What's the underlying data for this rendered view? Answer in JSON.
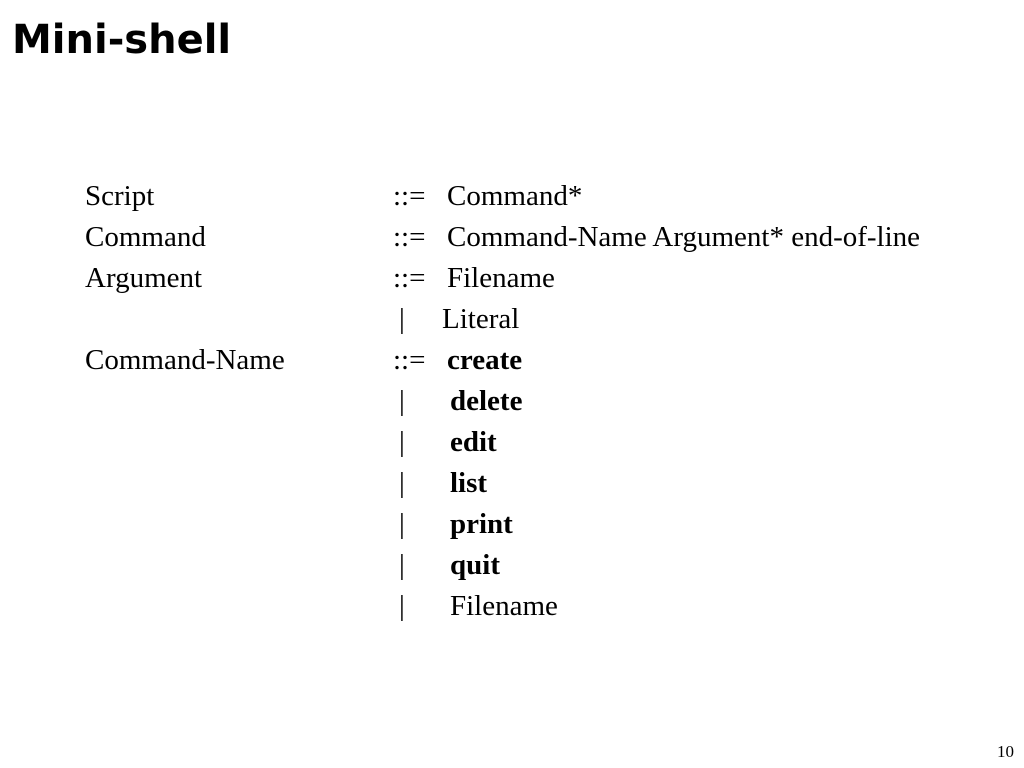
{
  "slide": {
    "title": "Mini-shell",
    "page_number": "10"
  },
  "grammar": {
    "define_symbol": "::=",
    "alt_symbol": "|",
    "rules": [
      {
        "lhs": "Script",
        "rhs": "Command*"
      },
      {
        "lhs": "Command",
        "rhs": "Command-Name Argument* end-of-line"
      },
      {
        "lhs": "Argument",
        "rhs": "Filename"
      },
      {
        "alt": "Literal"
      },
      {
        "lhs": "Command-Name",
        "rhs": "create"
      },
      {
        "alt": "delete"
      },
      {
        "alt": "edit"
      },
      {
        "alt": "list"
      },
      {
        "alt": "print"
      },
      {
        "alt": "quit"
      },
      {
        "alt": "Filename"
      }
    ]
  }
}
